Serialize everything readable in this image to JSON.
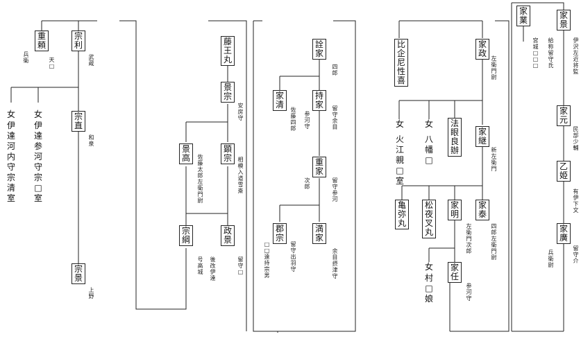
{
  "persons": {
    "p1": {
      "name": "家業"
    },
    "p2": {
      "name": "家景",
      "title": "伊沢左近将監"
    },
    "p2b": {
      "name": "給称留守氏"
    },
    "p1b": {
      "name": "宮城□□□"
    },
    "p3": {
      "name": "家元",
      "title": "民部少輔"
    },
    "p4": {
      "name": "乙姫",
      "title": "有伊下文"
    },
    "p5": {
      "name": "家廣",
      "title": "留守介"
    },
    "p5b": {
      "name": "兵衛尉"
    },
    "p6": {
      "name": "家政",
      "title": "左衛門尉"
    },
    "p7": {
      "name": "比企尼性喜"
    },
    "p8": {
      "name": "家継",
      "title": "新左衛門"
    },
    "p9": {
      "name": "法眼良辦"
    },
    "p10": {
      "name": "女",
      "sub": "八幡□"
    },
    "p11": {
      "name": "女",
      "sub": "火江親□室"
    },
    "p12": {
      "name": "家泰",
      "title": "四郎左衛門尉"
    },
    "p13": {
      "name": "家明",
      "title": "左衛門次郎"
    },
    "p14": {
      "name": "松夜叉丸"
    },
    "p15": {
      "name": "亀弥丸"
    },
    "p16": {
      "name": "家任",
      "title": "参河守"
    },
    "p17": {
      "name": "女",
      "sub": "村□娘"
    },
    "p18": {
      "name": "詮家",
      "title": "四郎"
    },
    "p19": {
      "name": "持家",
      "title": "留守余目"
    },
    "p19b": {
      "name": "参河守"
    },
    "p20": {
      "name": "家清",
      "title": "佐藤四郎"
    },
    "p21": {
      "name": "重家",
      "title": "留守参河"
    },
    "p21b": {
      "name": "次郎"
    },
    "p22": {
      "name": "満家",
      "title": "余目摂津守"
    },
    "p23": {
      "name": "郡宗",
      "title": "留守出羽守"
    },
    "p23b": {
      "name": "□□遠持宗男"
    },
    "p24": {
      "name": "藤王丸"
    },
    "p25": {
      "name": "景宗",
      "title": "安房守"
    },
    "p26": {
      "name": "顕宗",
      "title": "相模入道雪斎"
    },
    "p27": {
      "name": "景高",
      "title": "佐藤太郎左衛門尉"
    },
    "p28": {
      "name": "政景",
      "title": "留守□"
    },
    "p29": {
      "name": "宗綱",
      "title": "号高城"
    },
    "p29b": {
      "name": "後改伊達"
    },
    "p30": {
      "name": "宗利",
      "title": "武蔵"
    },
    "p31": {
      "name": "重頼",
      "title": "天□"
    },
    "p31b": {
      "name": "兵衛"
    },
    "p32": {
      "name": "宗直",
      "title": "和泉"
    },
    "p33": {
      "name": "宗景",
      "title": "上野"
    },
    "p34": {
      "name": "女",
      "sub": "伊達参河守宗□室"
    },
    "p35": {
      "name": "女",
      "sub": "伊達河内守宗清室"
    }
  }
}
